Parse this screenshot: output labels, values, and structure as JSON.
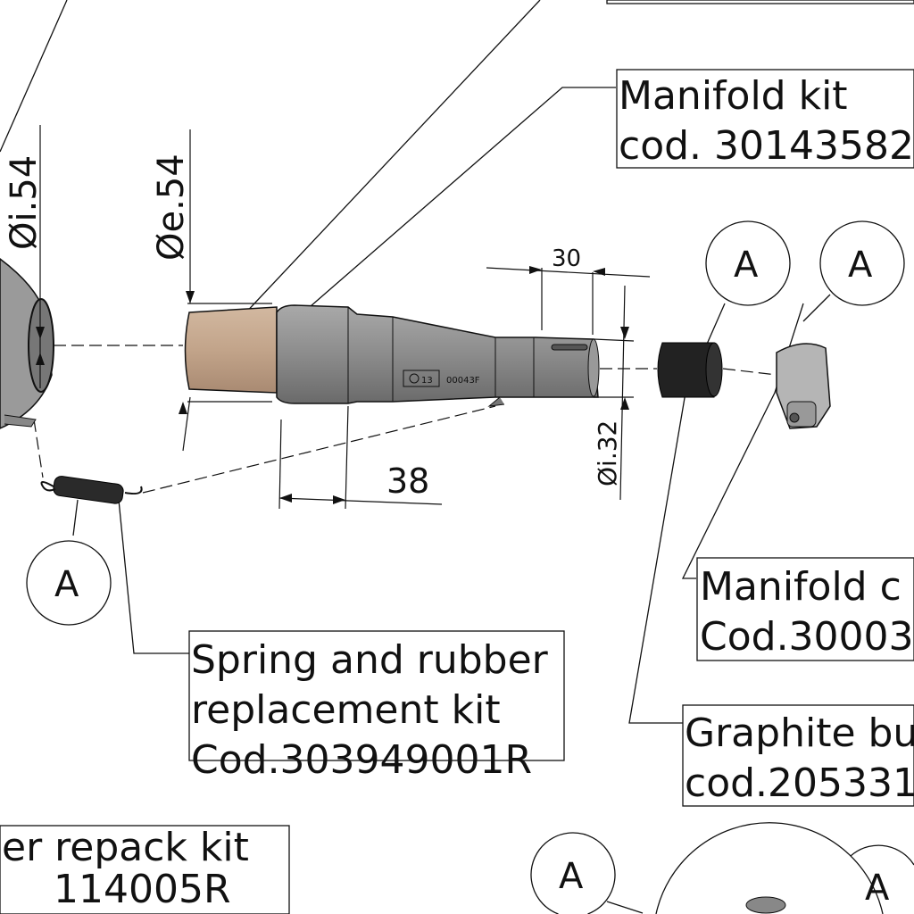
{
  "callouts": {
    "manifold_kit": [
      "Manifold kit",
      "cod. 30143582"
    ],
    "manifold_clamp": [
      "Manifold c",
      "Cod.30003"
    ],
    "graphite_bush": [
      "Graphite bu",
      "cod.205331"
    ],
    "spring_kit": [
      "Spring and rubber",
      "replacement kit",
      "Cod.303949001R"
    ],
    "repack_kit": [
      "er repack kit",
      "114005R"
    ]
  },
  "dimensions": {
    "inner_54": "Øi.54",
    "outer_54": "Øe.54",
    "length_30": "30",
    "length_38": "38",
    "inner_32": "Øi.32"
  },
  "detail_marker": "A",
  "part_marking": {
    "code": "13",
    "serial": "00043F"
  },
  "colors": {
    "tube": "#8e8e8e",
    "sleeve": "#c4a88e",
    "bush": "#222222"
  }
}
